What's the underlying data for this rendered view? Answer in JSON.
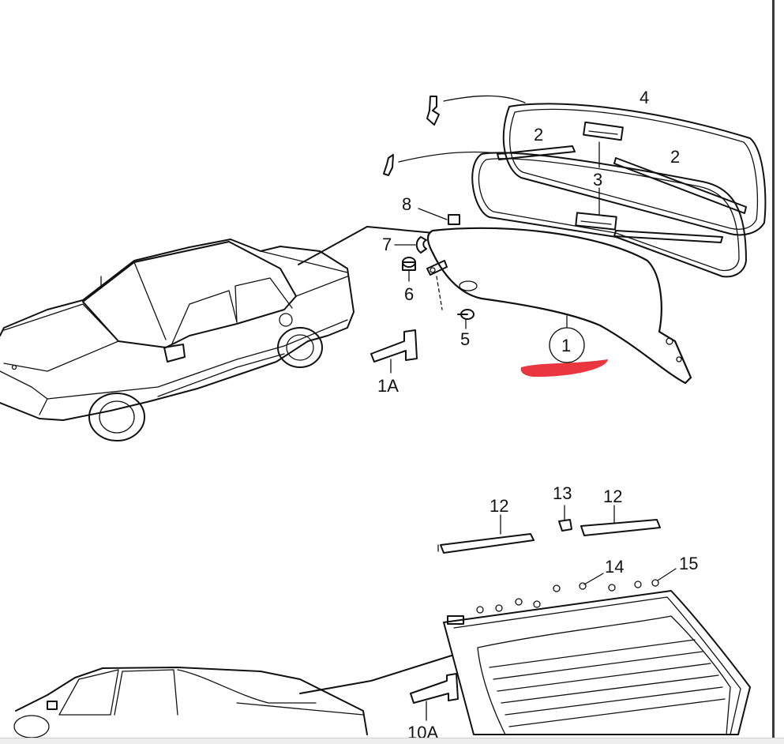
{
  "colors": {
    "ink": "#111111",
    "background": "#ffffff",
    "highlight": "#e8202a",
    "border": "#3a3a3a",
    "strip": "#eeeeee"
  },
  "callouts": {
    "c1": "1",
    "c1a": "1A",
    "c2a": "2",
    "c2b": "2",
    "c3": "3",
    "c4": "4",
    "c5": "5",
    "c6": "6",
    "c7": "7",
    "c8": "8",
    "c10a": "10A",
    "c12a": "12",
    "c12b": "12",
    "c13": "13",
    "c14": "14",
    "c15": "15"
  }
}
